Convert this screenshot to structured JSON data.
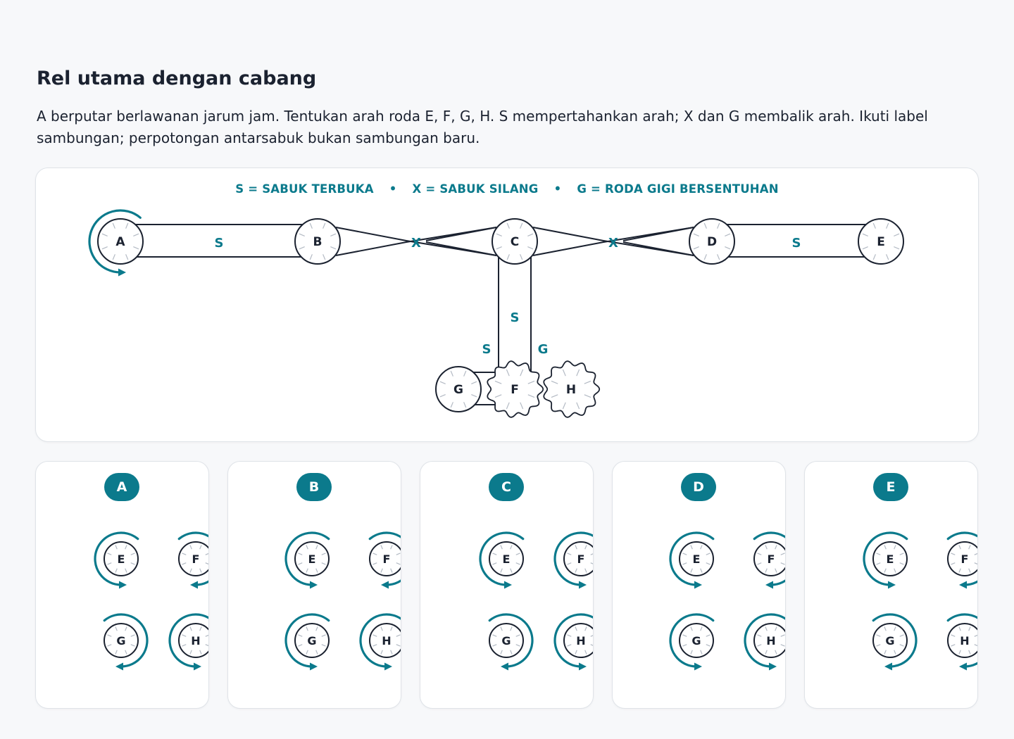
{
  "title": "Rel utama dengan cabang",
  "description": "A berputar berlawanan jarum jam. Tentukan arah roda E, F, G, H. S mempertahankan arah; X dan G membalik arah. Ikuti label sambungan; perpotongan antarsabuk bukan sambungan baru.",
  "legend": {
    "s": "S = SABUK TERBUKA",
    "x": "X = SABUK SILANG",
    "g": "G = RODA GIGI BERSENTUHAN",
    "separator": "•"
  },
  "colors": {
    "accent": "#0b7a8c",
    "ink": "#1b2230",
    "tick": "#b3bac4"
  },
  "diagram": {
    "wheels": [
      {
        "id": "A",
        "type": "pulley"
      },
      {
        "id": "B",
        "type": "pulley"
      },
      {
        "id": "C",
        "type": "pulley"
      },
      {
        "id": "D",
        "type": "pulley"
      },
      {
        "id": "E",
        "type": "pulley"
      },
      {
        "id": "G",
        "type": "pulley"
      },
      {
        "id": "F",
        "type": "gear"
      },
      {
        "id": "H",
        "type": "gear"
      }
    ],
    "connections": [
      {
        "from": "A",
        "to": "B",
        "label": "S"
      },
      {
        "from": "B",
        "to": "C",
        "label": "X"
      },
      {
        "from": "C",
        "to": "D",
        "label": "X"
      },
      {
        "from": "D",
        "to": "E",
        "label": "S"
      },
      {
        "from": "C",
        "to": "F",
        "label": "S"
      },
      {
        "from": "F",
        "to": "G",
        "label": "S"
      },
      {
        "from": "F",
        "to": "H",
        "label": "G"
      }
    ],
    "driver": {
      "wheel": "A",
      "direction": "ccw"
    }
  },
  "options": [
    {
      "label": "A",
      "wheels": [
        {
          "id": "E",
          "dir": "ccw"
        },
        {
          "id": "F",
          "dir": "cw"
        },
        {
          "id": "G",
          "dir": "cw"
        },
        {
          "id": "H",
          "dir": "ccw"
        }
      ]
    },
    {
      "label": "B",
      "wheels": [
        {
          "id": "E",
          "dir": "ccw"
        },
        {
          "id": "F",
          "dir": "cw"
        },
        {
          "id": "G",
          "dir": "ccw"
        },
        {
          "id": "H",
          "dir": "ccw"
        }
      ]
    },
    {
      "label": "C",
      "wheels": [
        {
          "id": "E",
          "dir": "ccw"
        },
        {
          "id": "F",
          "dir": "ccw"
        },
        {
          "id": "G",
          "dir": "cw"
        },
        {
          "id": "H",
          "dir": "ccw"
        }
      ]
    },
    {
      "label": "D",
      "wheels": [
        {
          "id": "E",
          "dir": "ccw"
        },
        {
          "id": "F",
          "dir": "cw"
        },
        {
          "id": "G",
          "dir": "ccw"
        },
        {
          "id": "H",
          "dir": "ccw"
        }
      ]
    },
    {
      "label": "E",
      "wheels": [
        {
          "id": "E",
          "dir": "ccw"
        },
        {
          "id": "F",
          "dir": "cw"
        },
        {
          "id": "G",
          "dir": "cw"
        },
        {
          "id": "H",
          "dir": "cw"
        }
      ]
    }
  ]
}
